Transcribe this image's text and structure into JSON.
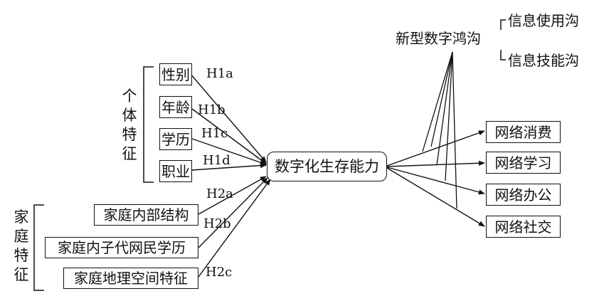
{
  "groups": {
    "individual": "个体特征",
    "family": "家庭特征"
  },
  "individual_factors": [
    {
      "label": "性别",
      "hypothesis": "H1a"
    },
    {
      "label": "年龄",
      "hypothesis": "H1b"
    },
    {
      "label": "学历",
      "hypothesis": "H1c"
    },
    {
      "label": "职业",
      "hypothesis": "H1d"
    }
  ],
  "family_factors": [
    {
      "label": "家庭内部结构",
      "hypothesis": "H2a"
    },
    {
      "label": "家庭内子代网民学历",
      "hypothesis": "H2b"
    },
    {
      "label": "家庭地理空间特征",
      "hypothesis": "H2c"
    }
  ],
  "center": {
    "label": "数字化生存能力"
  },
  "outcomes": [
    {
      "label": "网络消费"
    },
    {
      "label": "网络学习"
    },
    {
      "label": "网络办公"
    },
    {
      "label": "网络社交"
    }
  ],
  "divide": {
    "label": "新型数字鸿沟",
    "items": [
      "信息使用沟",
      "信息技能沟"
    ]
  }
}
